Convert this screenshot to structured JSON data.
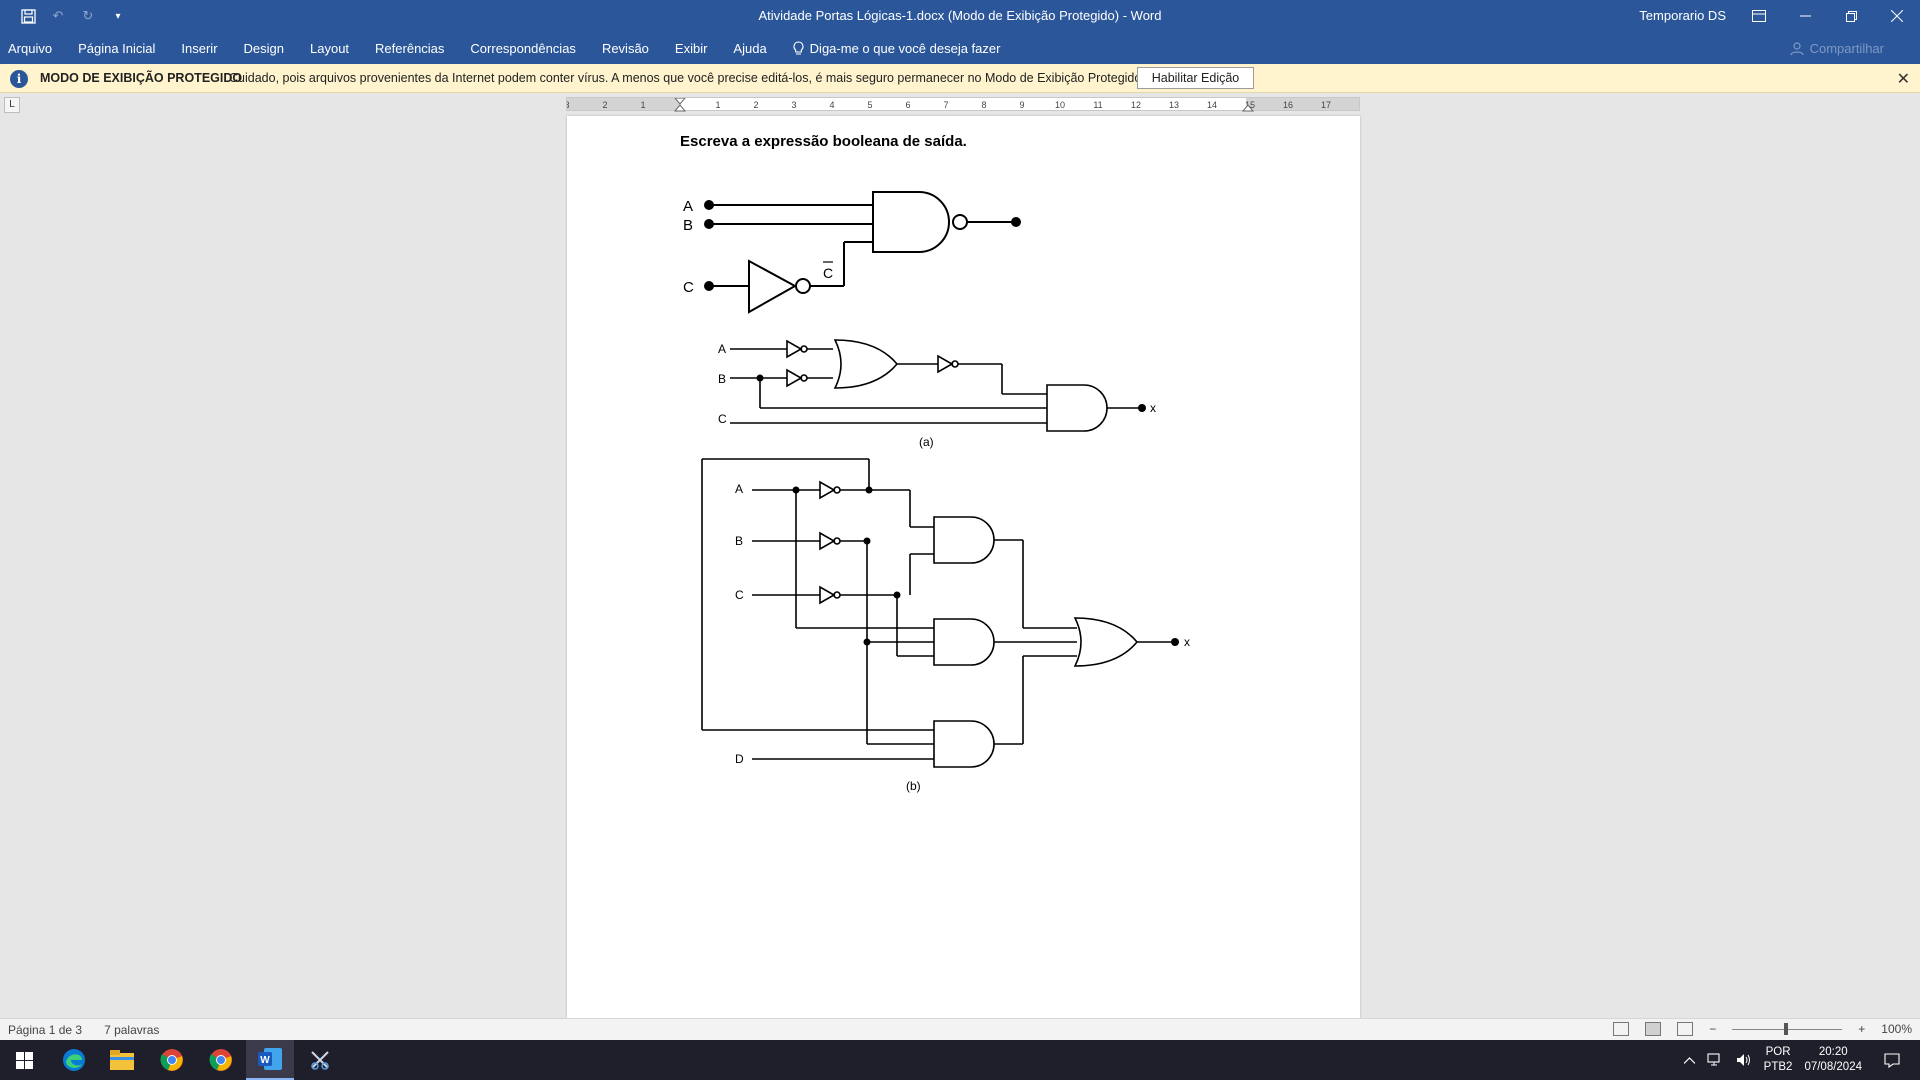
{
  "titlebar": {
    "doc_title": "Atividade Portas Lógicas-1.docx (Modo de Exibição Protegido)  -  Word",
    "user": "Temporario DS",
    "icons": [
      "save-icon",
      "undo-icon",
      "redo-icon",
      "customize-qat-icon",
      "ribbon-display-icon",
      "minimize-icon",
      "restore-icon",
      "close-icon"
    ]
  },
  "ribbon": {
    "tabs": [
      "Arquivo",
      "Página Inicial",
      "Inserir",
      "Design",
      "Layout",
      "Referências",
      "Correspondências",
      "Revisão",
      "Exibir",
      "Ajuda"
    ],
    "tell_me": "Diga-me o que você deseja fazer",
    "share": "Compartilhar"
  },
  "protected_view": {
    "title": "MODO DE EXIBIÇÃO PROTEGIDO",
    "message": "Cuidado, pois arquivos provenientes da Internet podem conter vírus. A menos que você precise editá-los, é mais seguro permanecer no Modo de  Exibição Protegido.",
    "button": "Habilitar Edição"
  },
  "ruler": {
    "labels": [
      "3",
      "2",
      "1",
      "1",
      "2",
      "3",
      "4",
      "5",
      "6",
      "7",
      "8",
      "9",
      "10",
      "11",
      "12",
      "13",
      "14",
      "15",
      "16",
      "17"
    ]
  },
  "document": {
    "heading": "Escreva a expressão booleana de saída.",
    "circuit1": {
      "inputs": [
        "A",
        "B",
        "C"
      ],
      "inverted_label": "C"
    },
    "circuit_a": {
      "inputs": [
        "A",
        "B",
        "C"
      ],
      "output": "x",
      "caption": "(a)"
    },
    "circuit_b": {
      "inputs": [
        "A",
        "B",
        "C",
        "D"
      ],
      "output": "x",
      "caption": "(b)"
    }
  },
  "statusbar": {
    "page": "Página 1 de 3",
    "words": "7 palavras",
    "zoom": "100%"
  },
  "taskbar": {
    "apps": [
      "windows-start-icon",
      "edge-icon",
      "file-explorer-icon",
      "chrome-icon",
      "chrome-icon-2",
      "word-icon",
      "snipping-tool-icon"
    ],
    "language": "POR",
    "keyboard": "PTB2",
    "time": "20:20",
    "date": "07/08/2024"
  },
  "colors": {
    "word_blue": "#2b579a",
    "protected_bar": "#fff4ce",
    "taskbar": "#1f1f2b"
  }
}
